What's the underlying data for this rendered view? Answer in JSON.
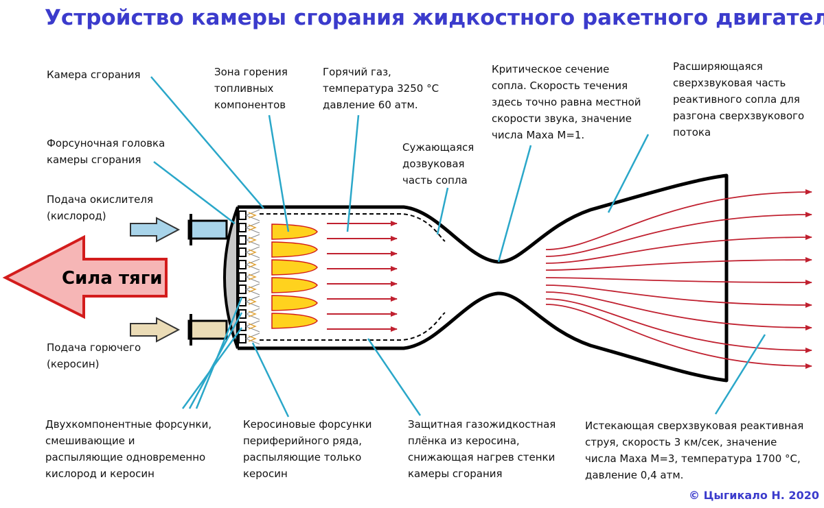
{
  "title": "Устройство камеры сгорания жидкостного ракетного двигателя",
  "colors": {
    "title": "#3b3bcc",
    "leader": "#2aa7c9",
    "flow": "#c0202f",
    "flame": "#ffd21e",
    "flame_edge": "#d11a1a",
    "arrow_fill": "#f6b6b6",
    "oxidizer": "#a8d4ea",
    "fuel": "#ebdcb6"
  },
  "thrust_label": "Сила тяги",
  "labels": {
    "chamber": [
      "Камера сгорания"
    ],
    "injector_head": [
      "Форсуночная головка",
      "камеры сгорания"
    ],
    "oxidizer": [
      "Подача окислителя",
      "(кислород)"
    ],
    "fuel": [
      "Подача горючего",
      "(керосин)"
    ],
    "combustion_zone": [
      "Зона горения",
      "топливных",
      "компонентов"
    ],
    "hot_gas": [
      "Горячий газ,",
      "температура 3250 °С",
      "давление 60 атм."
    ],
    "converging": [
      "Сужающаяся",
      "дозвуковая",
      "часть сопла"
    ],
    "throat": [
      "Критическое сечение",
      "сопла. Скорость течения",
      "здесь точно равна местной",
      "скорости звука, значение",
      "числа Маха М=1."
    ],
    "diverging": [
      "Расширяющаяся",
      "сверхзвуковая часть",
      "реактивного сопла для",
      "разгона сверхзвукового",
      "потока"
    ],
    "bipropellant": [
      "Двухкомпонентные форсунки,",
      "смешивающие и",
      "распыляющие одновременно",
      "кислород и керосин"
    ],
    "peripheral": [
      "Керосиновые форсунки",
      "периферийного ряда,",
      "распыляющие только",
      "керосин"
    ],
    "film": [
      "Защитная газожидкостная",
      "плёнка из керосина,",
      "снижающая нагрев стенки",
      "камеры сгорания"
    ],
    "exhaust": [
      "Истекающая сверхзвуковая реактивная",
      "струя, скорость 3 км/сек, значение",
      "числа Маха М=3, температура 1700 °С,",
      "давление 0,4 атм."
    ]
  },
  "copyright": "© Цыгикало Н. 2020"
}
